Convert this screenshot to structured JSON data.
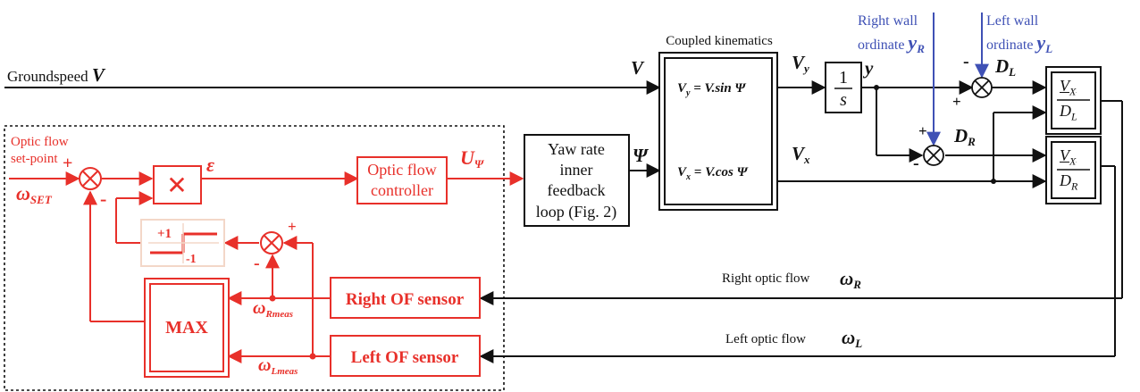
{
  "colors": {
    "black": "#111111",
    "red": "#e8302a",
    "blue": "#3f51b5",
    "box_peach": "#f3d7c8"
  },
  "inputs": {
    "groundspeed_label": "Groundspeed",
    "groundspeed_symbol": "V",
    "right_wall_line1": "Right wall",
    "right_wall_line2": "ordinate",
    "right_wall_symbol": "y",
    "right_wall_sub": "R",
    "left_wall_line1": "Left wall",
    "left_wall_line2": "ordinate",
    "left_wall_symbol": "y",
    "left_wall_sub": "L"
  },
  "setpoint": {
    "line1": "Optic flow",
    "line2": "set-point",
    "symbol": "ω",
    "sub": "SET",
    "plus": "+",
    "minus": "-"
  },
  "error_symbol": "ε",
  "multiply_symbol": "✕",
  "controller": {
    "line1": "Optic flow",
    "line2": "controller",
    "output_symbol": "U",
    "output_sub": "Ψ"
  },
  "yaw_loop": {
    "line1": "Yaw rate",
    "line2": "inner",
    "line3": "feedback",
    "line4": "loop (Fig. 2)",
    "output_symbol": "Ψ"
  },
  "kinematics": {
    "title": "Coupled kinematics",
    "input_symbol": "V",
    "eq_vy": "V",
    "eq_vy_sub": "y",
    "eq_vy_rhs": "= V.sin Ψ",
    "eq_vx": "V",
    "eq_vx_sub": "x",
    "eq_vx_rhs": "= V.cos Ψ",
    "out_vy": "V",
    "out_vy_sub": "y",
    "out_vx": "V",
    "out_vx_sub": "x"
  },
  "integrator": {
    "num": "1",
    "den": "s",
    "output_symbol": "y"
  },
  "distances": {
    "dl": "D",
    "dl_sub": "L",
    "dr": "D",
    "dr_sub": "R",
    "minus": "-",
    "plus": "+"
  },
  "ratio_blocks": {
    "num": "V",
    "num_sub": "X",
    "den_top": "D",
    "den_top_sub": "L",
    "den_bottom": "D",
    "den_bottom_sub": "R"
  },
  "feedback": {
    "right_label": "Right optic flow",
    "right_symbol": "ω",
    "right_sub": "R",
    "left_label": "Left optic flow",
    "left_symbol": "ω",
    "left_sub": "L"
  },
  "sensors": {
    "right": "Right OF sensor",
    "left": "Left OF sensor",
    "right_meas_symbol": "ω",
    "right_meas_sub": "Rmeas",
    "left_meas_symbol": "ω",
    "left_meas_sub": "Lmeas"
  },
  "max_block": "MAX",
  "sign_block": {
    "plus1": "+1",
    "minus1": "-1"
  },
  "sum_signs": {
    "plus": "+",
    "minus": "-"
  }
}
